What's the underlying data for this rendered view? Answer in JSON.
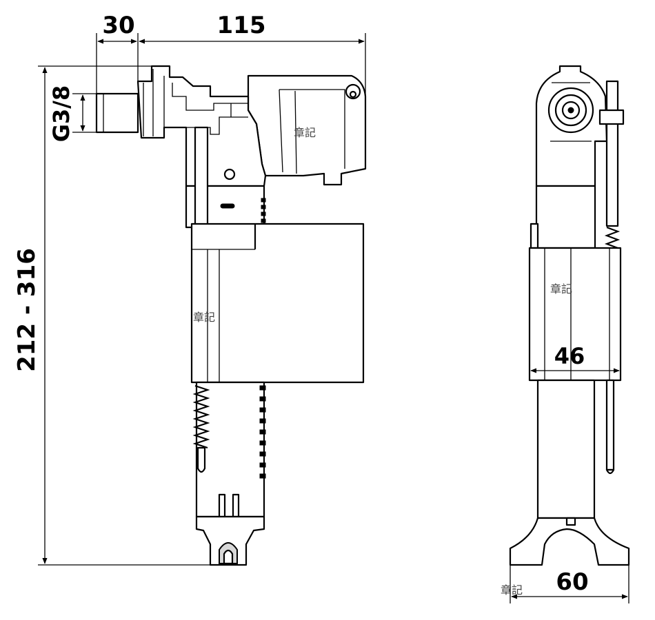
{
  "dimensions": {
    "inlet_offset": "30",
    "arm_length": "115",
    "thread": "G3/8",
    "height_range": "212 - 316",
    "body_width": "46",
    "base_width": "60"
  },
  "watermark": "章記"
}
